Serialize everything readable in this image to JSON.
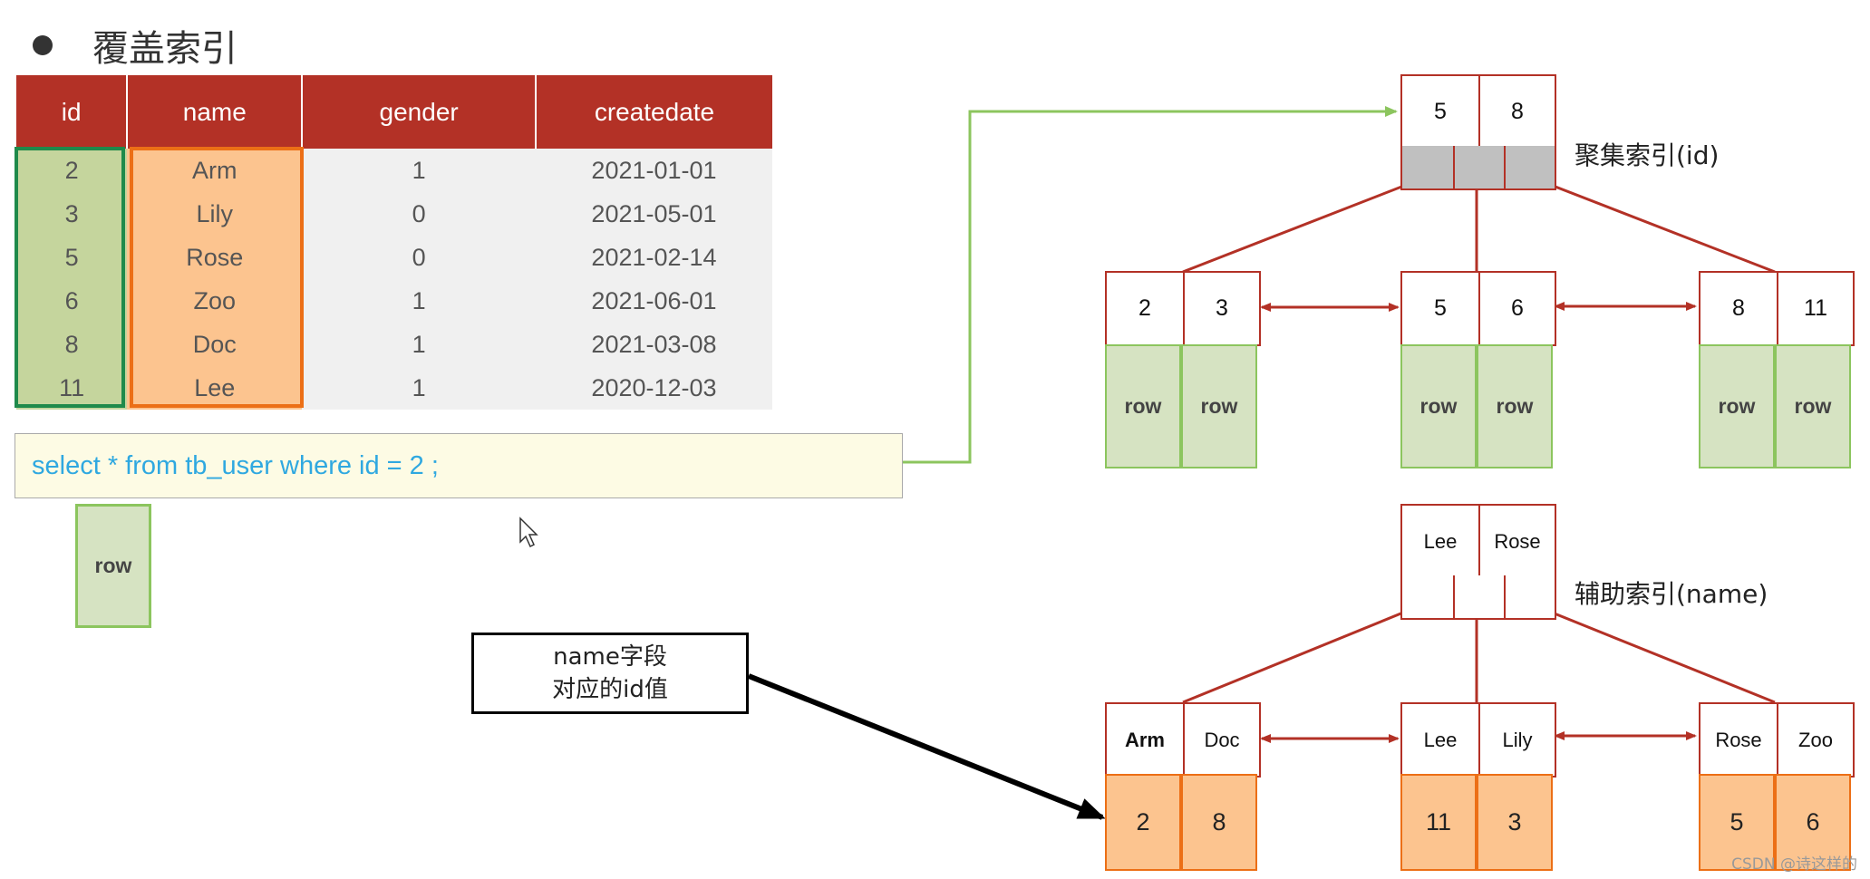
{
  "title": "覆盖索引",
  "table": {
    "headers": [
      "id",
      "name",
      "gender",
      "createdate"
    ],
    "rows": [
      [
        "2",
        "Arm",
        "1",
        "2021-01-01"
      ],
      [
        "3",
        "Lily",
        "0",
        "2021-05-01"
      ],
      [
        "5",
        "Rose",
        "0",
        "2021-02-14"
      ],
      [
        "6",
        "Zoo",
        "1",
        "2021-06-01"
      ],
      [
        "8",
        "Doc",
        "1",
        "2021-03-08"
      ],
      [
        "11",
        "Lee",
        "1",
        "2020-12-03"
      ]
    ]
  },
  "sql": "select * from tb_user where id = 2 ;",
  "result_row_label": "row",
  "callout": {
    "line1": "name字段",
    "line2": "对应的id值"
  },
  "clustered_index": {
    "label": "聚集索引(id)",
    "root": [
      "5",
      "8"
    ],
    "leaves": [
      {
        "keys": [
          "2",
          "3"
        ],
        "data": [
          "row",
          "row"
        ]
      },
      {
        "keys": [
          "5",
          "6"
        ],
        "data": [
          "row",
          "row"
        ]
      },
      {
        "keys": [
          "8",
          "11"
        ],
        "data": [
          "row",
          "row"
        ]
      }
    ]
  },
  "secondary_index": {
    "label": "辅助索引(name)",
    "root": [
      "Lee",
      "Rose"
    ],
    "leaves": [
      {
        "keys": [
          "Arm",
          "Doc"
        ],
        "data": [
          "2",
          "8"
        ]
      },
      {
        "keys": [
          "Lee",
          "Lily"
        ],
        "data": [
          "11",
          "3"
        ]
      },
      {
        "keys": [
          "Rose",
          "Zoo"
        ],
        "data": [
          "5",
          "6"
        ]
      }
    ]
  },
  "watermark": "CSDN @诗这样的",
  "colors": {
    "header_red": "#b33126",
    "id_green": "#1f8a4b",
    "name_orange": "#ec6f16",
    "sql_blue": "#2fa8e0",
    "arrow_green": "#8cc55e"
  }
}
